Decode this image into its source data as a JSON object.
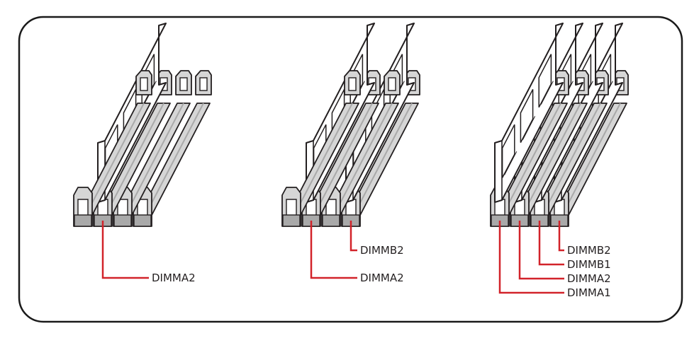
{
  "colors": {
    "frame": "#1a1a1a",
    "outline": "#231f20",
    "slot_fill": "#d6d6d6",
    "slot_shade": "#a9a9a9",
    "module_fill": "#ffffff",
    "leader": "#d2232a"
  },
  "configs": [
    {
      "id": "one-module",
      "slots": [
        {
          "name": "DIMMA1",
          "populated": false
        },
        {
          "name": "DIMMA2",
          "populated": true
        },
        {
          "name": "DIMMB1",
          "populated": false
        },
        {
          "name": "DIMMB2",
          "populated": false
        }
      ],
      "labels": [
        "DIMMA2"
      ]
    },
    {
      "id": "two-modules",
      "slots": [
        {
          "name": "DIMMA1",
          "populated": false
        },
        {
          "name": "DIMMA2",
          "populated": true
        },
        {
          "name": "DIMMB1",
          "populated": false
        },
        {
          "name": "DIMMB2",
          "populated": true
        }
      ],
      "labels": [
        "DIMMB2",
        "DIMMA2"
      ]
    },
    {
      "id": "four-modules",
      "slots": [
        {
          "name": "DIMMA1",
          "populated": true
        },
        {
          "name": "DIMMA2",
          "populated": true
        },
        {
          "name": "DIMMB1",
          "populated": true
        },
        {
          "name": "DIMMB2",
          "populated": true
        }
      ],
      "labels": [
        "DIMMB2",
        "DIMMB1",
        "DIMMA2",
        "DIMMA1"
      ]
    }
  ]
}
